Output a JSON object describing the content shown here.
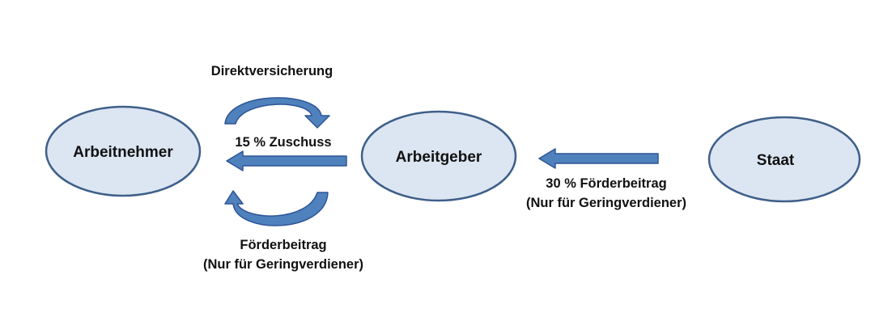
{
  "nodes": {
    "arbeitnehmer": "Arbeitnehmer",
    "arbeitgeber": "Arbeitgeber",
    "staat": "Staat"
  },
  "labels": {
    "direktversicherung": "Direktversicherung",
    "zuschuss": "15 % Zuschuss",
    "foerderbeitrag_ag_line1": "30 % Förderbeitrag",
    "foerderbeitrag_ag_line2": "(Nur für Geringverdiener)",
    "foerderbeitrag_an_line1": "Förderbeitrag",
    "foerderbeitrag_an_line2": "(Nur für Geringverdiener)"
  },
  "colors": {
    "node_fill": "#dce6f2",
    "node_stroke": "#3e5f8a",
    "arrow_fill": "#4f81bd",
    "arrow_stroke": "#2f5597"
  }
}
